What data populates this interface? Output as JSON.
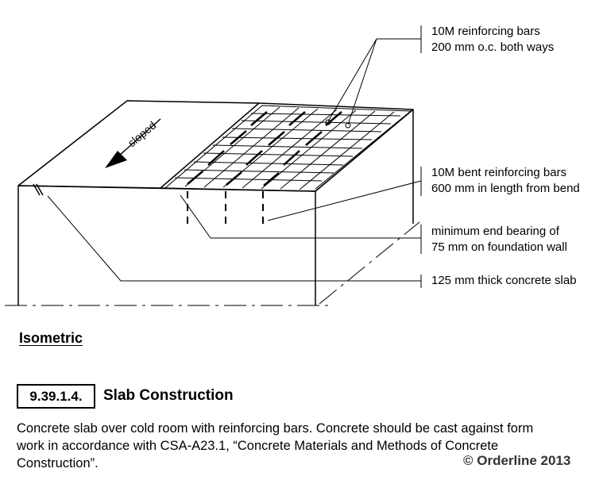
{
  "callouts": {
    "reinforcing_bars": [
      "10M reinforcing bars",
      "200 mm o.c. both ways"
    ],
    "bent_bars": [
      "10M bent reinforcing bars",
      "600 mm in length from bend"
    ],
    "end_bearing": [
      "minimum end bearing of",
      "75 mm on foundation wall"
    ],
    "slab": [
      "125 mm thick concrete slab"
    ]
  },
  "drawing": {
    "slope_label": "sloped",
    "view_label": "Isometric"
  },
  "section": {
    "number": "9.39.1.4.",
    "title": "Slab Construction"
  },
  "description": "Concrete slab over cold room with reinforcing bars. Concrete should be cast against form work in accordance with CSA-A23.1, “Concrete Materials and Methods of Concrete Construction”.",
  "copyright": "© Orderline 2013"
}
